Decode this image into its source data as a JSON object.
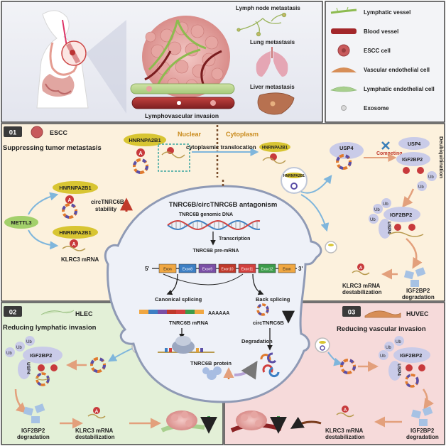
{
  "top": {
    "metastases": {
      "lymph_node": "Lymph node metastasis",
      "lung": "Lung metastasis",
      "liver": "Liver metastasis"
    },
    "lymphovascular_invasion": "Lymphovascular invasion"
  },
  "legend": {
    "items": [
      {
        "label": "Lymphatic vessel",
        "icon": "lymphatic-vessel-icon",
        "color": "#8dbb4f"
      },
      {
        "label": "Blood vessel",
        "icon": "blood-vessel-icon",
        "color": "#a3272a"
      },
      {
        "label": "ESCC cell",
        "icon": "escc-cell-icon",
        "color": "#c85a5c"
      },
      {
        "label": "Vascular endothelial cell",
        "icon": "vascular-endothelial-cell-icon",
        "color": "#d78e57"
      },
      {
        "label": "Lymphatic endothelial cell",
        "icon": "lymphatic-endothelial-cell-icon",
        "color": "#a8cf8e"
      },
      {
        "label": "Exosome",
        "icon": "exosome-icon",
        "color": "#d9d9d9"
      }
    ]
  },
  "panel01": {
    "number": "01",
    "cell": "ESCC",
    "title": "Suppressing tumor metastasis",
    "nuclear": "Nuclear",
    "cytoplasm": "Cytoplasm",
    "hnrnpa2b1": "HNRNPA2B1",
    "a": "A",
    "translocation": "cytoplasmic translocation",
    "circ_stability_1": "circTNRC6B",
    "circ_stability_2": "stability",
    "mettl3": "METTL3",
    "klrc3_mrna": "KLRC3 mRNA",
    "usp4": "USP4",
    "competing": "Competing",
    "igf2bp2": "IGF2BP2",
    "ub": "Ub",
    "deubiquitination": "Deubiquitination",
    "klrc3_destab_1": "KLRC3 mRNA",
    "klrc3_destab_2": "destabilization",
    "igf2bp2_deg_1": "IGF2BP2",
    "igf2bp2_deg_2": "degradation"
  },
  "center": {
    "title": "TNRC6B/circTNRC6B antagonism",
    "genomic_dna": "TNRC6B genomic DNA",
    "transcription": "Transcription",
    "pre_mrna": "TNRC6B pre-mRNA",
    "five_prime": "5'",
    "three_prime": "3'",
    "exons": [
      "Exon",
      "Exon8",
      "Exon9",
      "Exon10",
      "Exon11",
      "Exon12",
      "Exon"
    ],
    "canonical": "Canonical splicing",
    "back": "Back splicing",
    "polyA": "AAAAAA",
    "mrna": "TNRC6B mRNA",
    "circ": "circTNRC6B",
    "degradation": "Degradation",
    "protein": "TNRC6B protein"
  },
  "panel02": {
    "number": "02",
    "cell": "HLEC",
    "title": "Reducing lymphatic invasion",
    "igf2bp2_deg_1": "IGF2BP2",
    "igf2bp2_deg_2": "degradation",
    "klrc3_destab_1": "KLRC3 mRNA",
    "klrc3_destab_2": "destabilization"
  },
  "panel03": {
    "number": "03",
    "cell": "HUVEC",
    "title": "Reducing vascular invasion",
    "igf2bp2_deg_1": "IGF2BP2",
    "igf2bp2_deg_2": "degradation",
    "klrc3_destab_1": "KLRC3 mRNA",
    "klrc3_destab_2": "destabilization"
  }
}
